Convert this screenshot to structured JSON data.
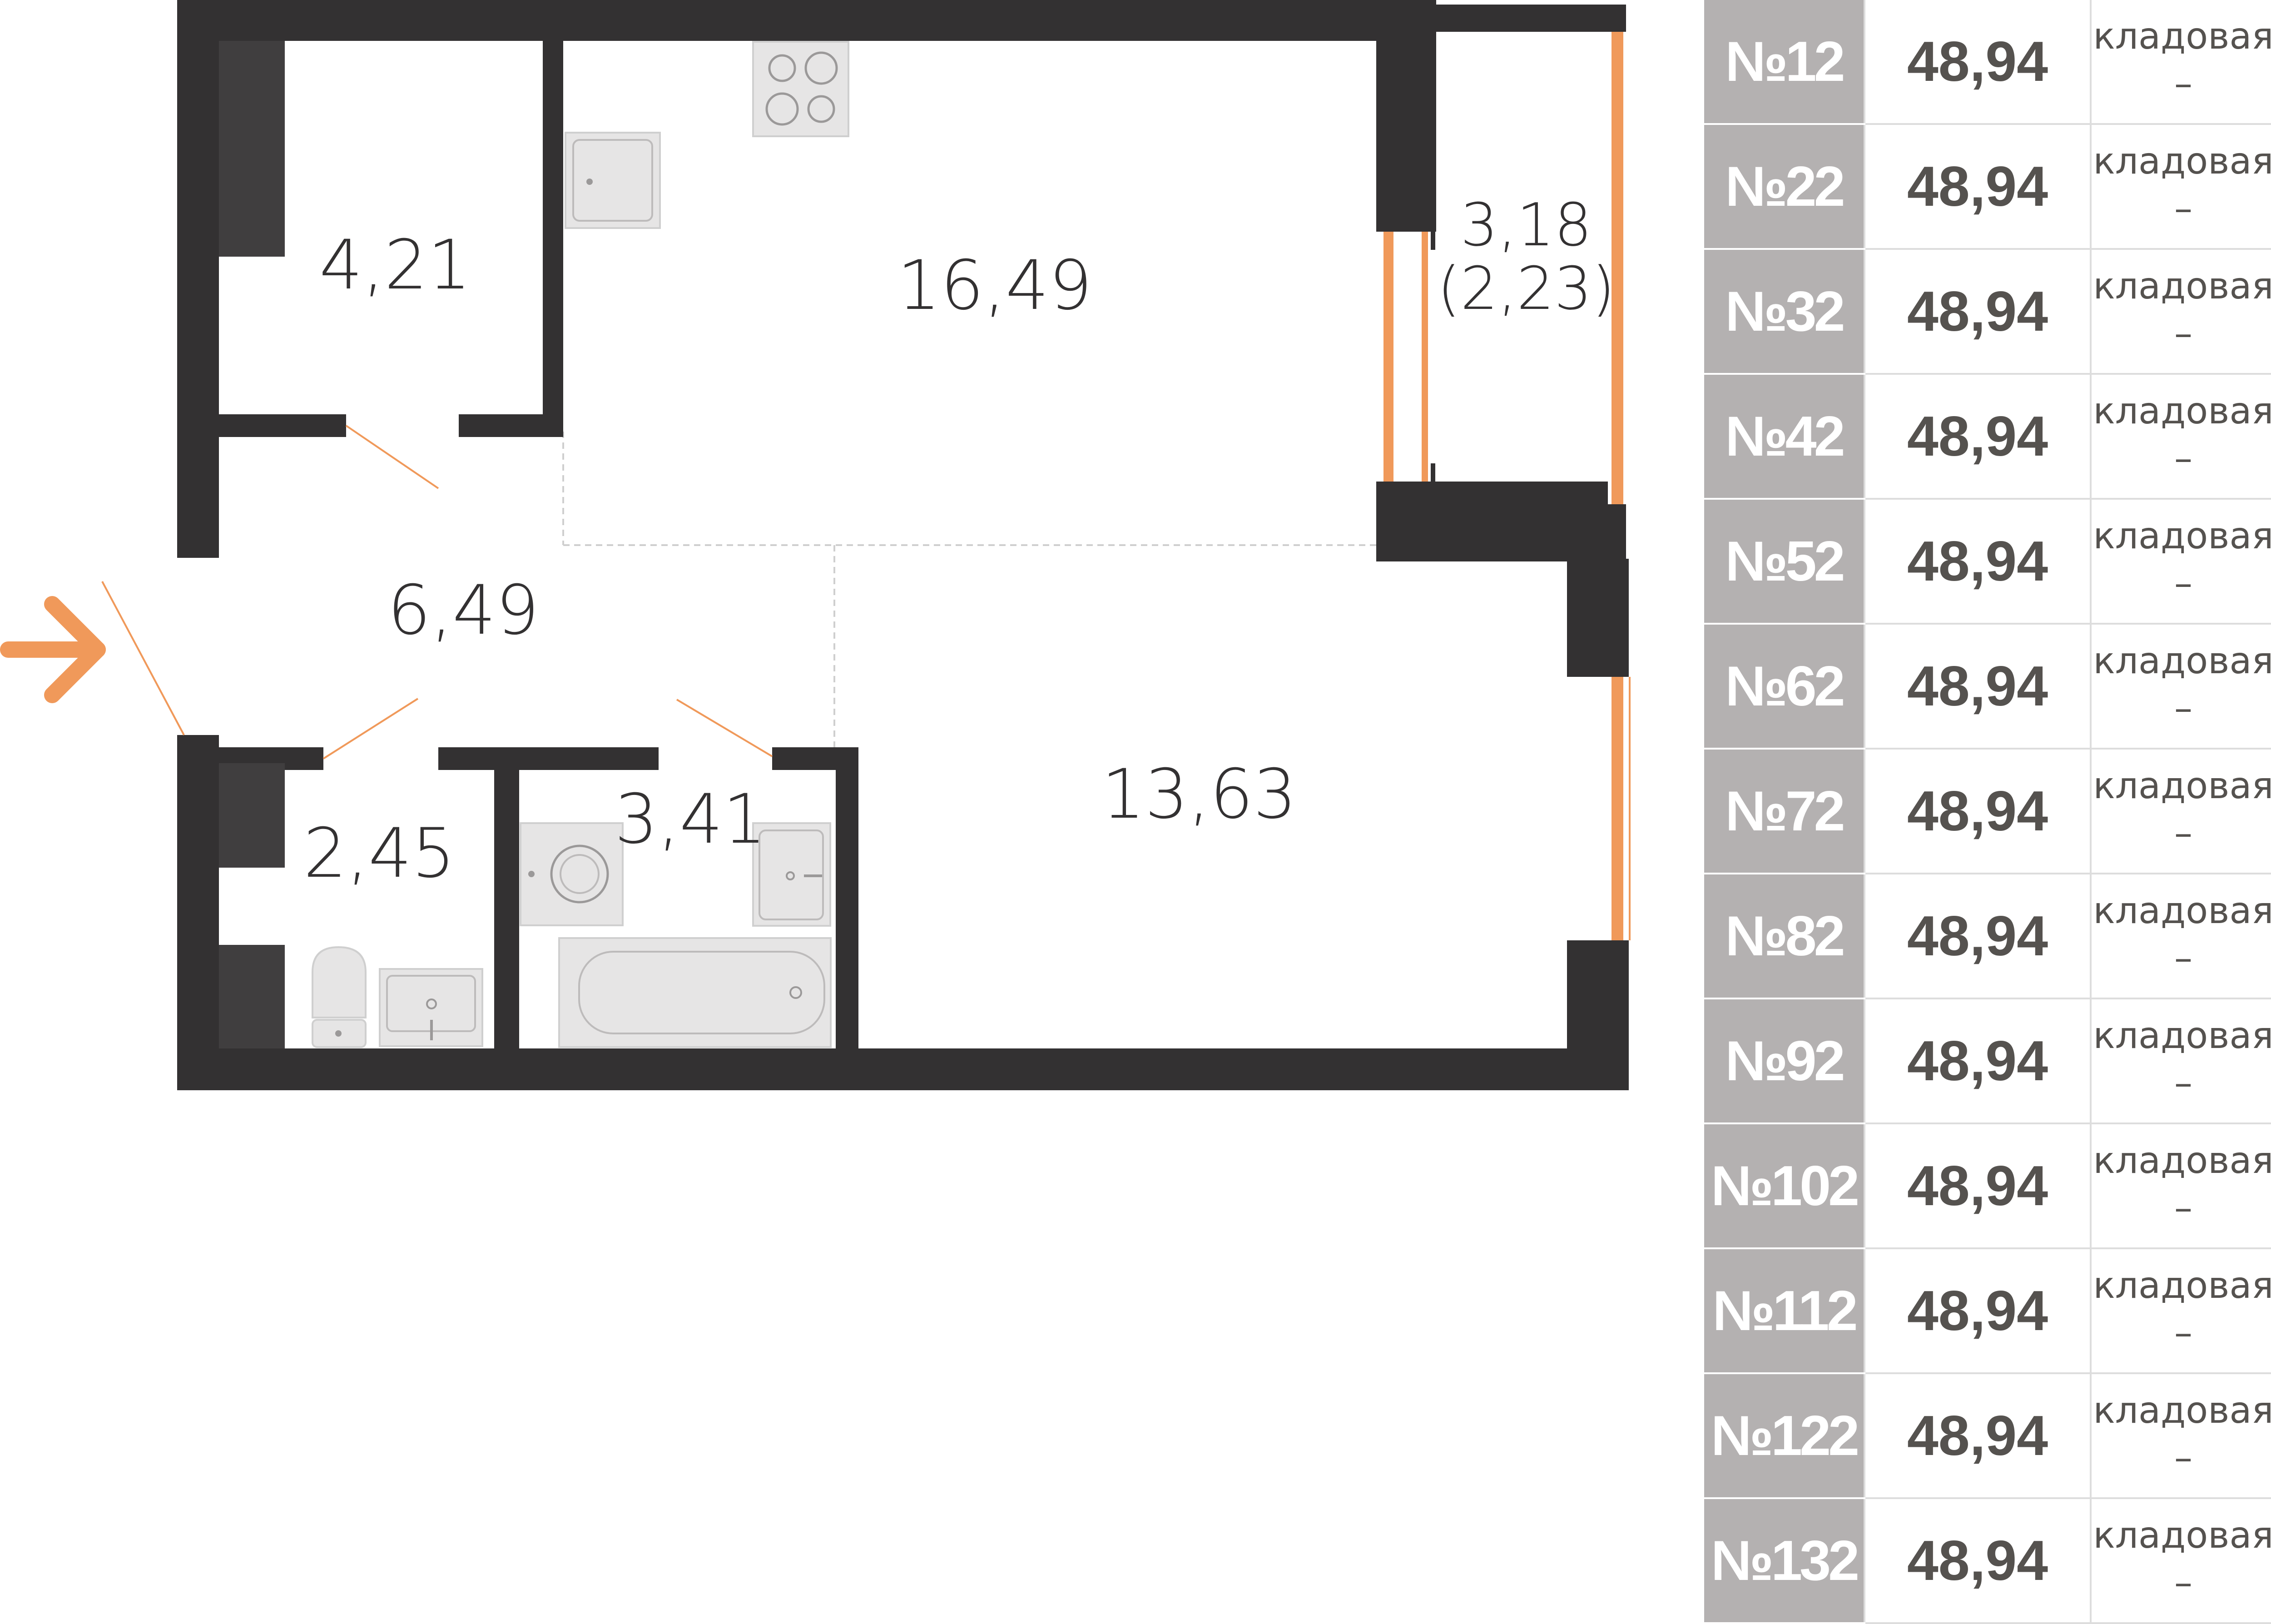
{
  "colors": {
    "wall": "#333132",
    "accent": "#f0995a",
    "fixture": "#e6e5e5",
    "number_cell": "#b4b1b1",
    "text": "#55524f"
  },
  "plan": {
    "entrance_icon": "arrow-right-icon",
    "rooms": [
      {
        "key": "storage",
        "area": "4,21"
      },
      {
        "key": "kitchen",
        "area": "16,49"
      },
      {
        "key": "balcony",
        "area": "3,18",
        "reduced_area": "(2,23)"
      },
      {
        "key": "hall",
        "area": "6,49"
      },
      {
        "key": "wc",
        "area": "2,45"
      },
      {
        "key": "bathroom",
        "area": "3,41"
      },
      {
        "key": "living",
        "area": "13,63"
      }
    ]
  },
  "units": [
    {
      "number": "№12",
      "area": "48,94",
      "storage_label": "кладовая",
      "storage_value": "–"
    },
    {
      "number": "№22",
      "area": "48,94",
      "storage_label": "кладовая",
      "storage_value": "–"
    },
    {
      "number": "№32",
      "area": "48,94",
      "storage_label": "кладовая",
      "storage_value": "–"
    },
    {
      "number": "№42",
      "area": "48,94",
      "storage_label": "кладовая",
      "storage_value": "–"
    },
    {
      "number": "№52",
      "area": "48,94",
      "storage_label": "кладовая",
      "storage_value": "–"
    },
    {
      "number": "№62",
      "area": "48,94",
      "storage_label": "кладовая",
      "storage_value": "–"
    },
    {
      "number": "№72",
      "area": "48,94",
      "storage_label": "кладовая",
      "storage_value": "–"
    },
    {
      "number": "№82",
      "area": "48,94",
      "storage_label": "кладовая",
      "storage_value": "–"
    },
    {
      "number": "№92",
      "area": "48,94",
      "storage_label": "кладовая",
      "storage_value": "–"
    },
    {
      "number": "№102",
      "area": "48,94",
      "storage_label": "кладовая",
      "storage_value": "–"
    },
    {
      "number": "№112",
      "area": "48,94",
      "storage_label": "кладовая",
      "storage_value": "–"
    },
    {
      "number": "№122",
      "area": "48,94",
      "storage_label": "кладовая",
      "storage_value": "–"
    },
    {
      "number": "№132",
      "area": "48,94",
      "storage_label": "кладовая",
      "storage_value": "–"
    }
  ]
}
